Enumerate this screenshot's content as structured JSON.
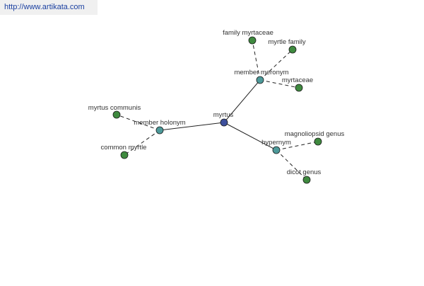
{
  "watermark": {
    "text": "http://www.artikata.com"
  },
  "colors": {
    "center": "#3d4f9c",
    "relation": "#4d9a9a",
    "leaf": "#3f8a3f",
    "edge": "#222222",
    "background": "#ffffff"
  },
  "graph": {
    "nodes": [
      {
        "id": "myrtus",
        "label": "myrtus",
        "kind": "center"
      },
      {
        "id": "member_meronym",
        "label": "member meronym",
        "kind": "relation"
      },
      {
        "id": "member_holonym",
        "label": "member holonym",
        "kind": "relation"
      },
      {
        "id": "hypernym",
        "label": "hypernym",
        "kind": "relation"
      },
      {
        "id": "family_myrtaceae",
        "label": "family myrtaceae",
        "kind": "leaf"
      },
      {
        "id": "myrtle_family",
        "label": "myrtle family",
        "kind": "leaf"
      },
      {
        "id": "myrtaceae",
        "label": "myrtaceae",
        "kind": "leaf"
      },
      {
        "id": "myrtus_communis",
        "label": "myrtus communis",
        "kind": "leaf"
      },
      {
        "id": "common_myrtle",
        "label": "common myrtle",
        "kind": "leaf"
      },
      {
        "id": "magnoliopsid_genus",
        "label": "magnoliopsid genus",
        "kind": "leaf"
      },
      {
        "id": "dicot_genus",
        "label": "dicot genus",
        "kind": "leaf"
      }
    ],
    "edges": [
      {
        "from": "myrtus",
        "to": "member_meronym",
        "style": "solid"
      },
      {
        "from": "myrtus",
        "to": "member_holonym",
        "style": "solid"
      },
      {
        "from": "myrtus",
        "to": "hypernym",
        "style": "solid"
      },
      {
        "from": "member_meronym",
        "to": "family_myrtaceae",
        "style": "dashed"
      },
      {
        "from": "member_meronym",
        "to": "myrtle_family",
        "style": "dashed"
      },
      {
        "from": "member_meronym",
        "to": "myrtaceae",
        "style": "dashed"
      },
      {
        "from": "member_holonym",
        "to": "myrtus_communis",
        "style": "dashed"
      },
      {
        "from": "member_holonym",
        "to": "common_myrtle",
        "style": "dashed"
      },
      {
        "from": "hypernym",
        "to": "magnoliopsid_genus",
        "style": "dashed"
      },
      {
        "from": "hypernym",
        "to": "dicot_genus",
        "style": "dashed"
      }
    ]
  }
}
